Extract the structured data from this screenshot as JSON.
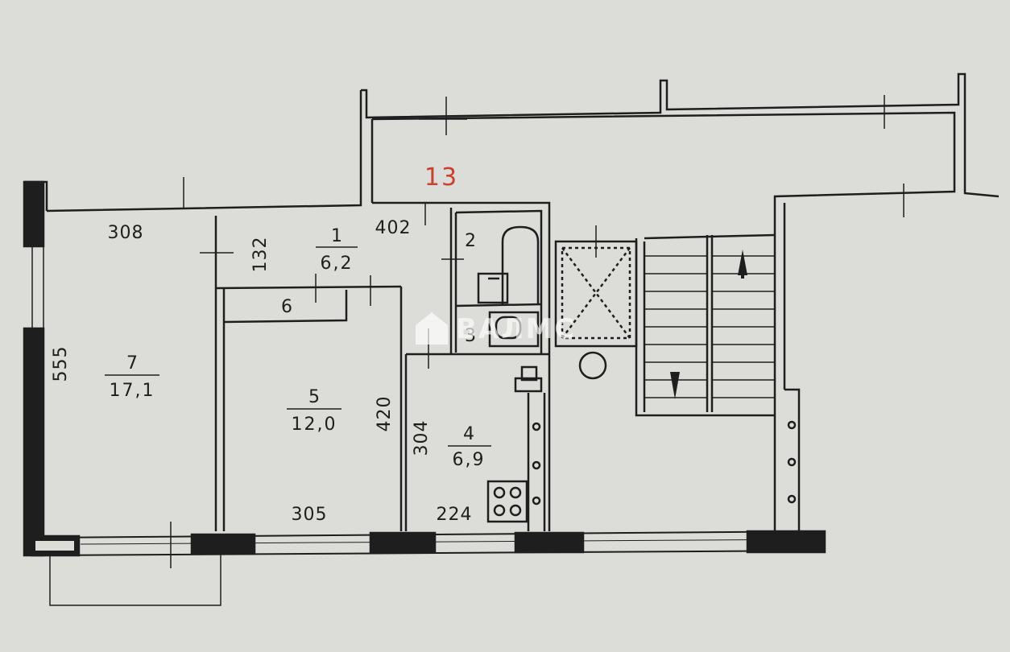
{
  "plan": {
    "apartment_number": "13",
    "watermark": "ВАЛМС",
    "rooms": [
      {
        "number": "1",
        "area": "6,2"
      },
      {
        "number": "2",
        "area": ""
      },
      {
        "number": "3",
        "area": ""
      },
      {
        "number": "4",
        "area": "6,9"
      },
      {
        "number": "5",
        "area": "12,0"
      },
      {
        "number": "6",
        "area": ""
      },
      {
        "number": "7",
        "area": "17,1"
      }
    ],
    "dimensions": {
      "d308": "308",
      "d402": "402",
      "d132": "132",
      "d555": "555",
      "d420": "420",
      "d304": "304",
      "d305": "305",
      "d224": "224"
    }
  },
  "colors": {
    "paper": "#dcdcd8",
    "ink": "#1e1e1e",
    "apartment_number": "#c9402f"
  }
}
